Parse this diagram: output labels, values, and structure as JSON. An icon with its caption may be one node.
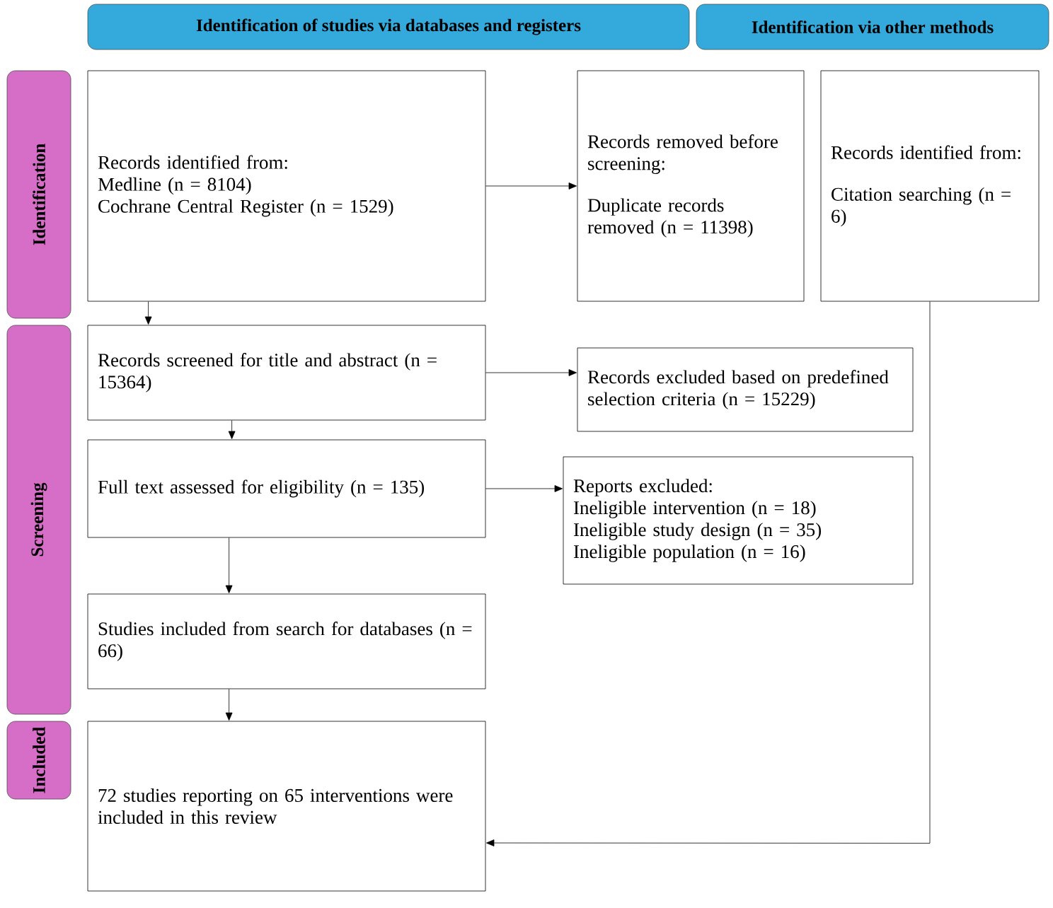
{
  "diagram": {
    "nodes": [
      {
        "text": [
          "Identification of studies via databases and registers"
        ]
      },
      {
        "text": [
          "Identification via other methods"
        ]
      },
      {
        "text": [
          "Identification"
        ]
      },
      {
        "text": [
          "Screening"
        ]
      },
      {
        "text": [
          "Included"
        ]
      },
      {
        "text": [
          "Records identified from:",
          "Medline (n = 8104)",
          "Cochrane Central Register (n = 1529)"
        ]
      },
      {
        "text": [
          "Records removed before screening:",
          "Duplicate records removed (n = 11398)"
        ]
      },
      {
        "text": [
          "Records identified from:",
          "Citation searching (n = 6)"
        ]
      },
      {
        "text": [
          "Records screened for title and abstract (n = 15364)"
        ]
      },
      {
        "text": [
          "Records excluded based on predefined selection criteria (n = 15229)"
        ]
      },
      {
        "text": [
          "Full text assessed for eligibility (n = 135)"
        ]
      },
      {
        "text": [
          "Reports excluded:",
          "Ineligible intervention (n = 18)",
          "Ineligible study design (n = 35)",
          "Ineligible population (n = 16)"
        ]
      },
      {
        "text": [
          "Studies included from search for databases (n = 66)"
        ]
      },
      {
        "text": [
          "72 studies reporting on 65 interventions were included in this review"
        ]
      }
    ],
    "edges": [
      {
        "from": 5,
        "to": 6,
        "arrow": "to"
      },
      {
        "from": 5,
        "to": 8,
        "arrow": "to"
      },
      {
        "from": 8,
        "to": 9,
        "arrow": "to"
      },
      {
        "from": 8,
        "to": 10,
        "arrow": "to"
      },
      {
        "from": 10,
        "to": 11,
        "arrow": "to"
      },
      {
        "from": 10,
        "to": 12,
        "arrow": "to"
      },
      {
        "from": 12,
        "to": 13,
        "arrow": "to"
      },
      {
        "from": 7,
        "to": 13,
        "arrow": "to"
      }
    ]
  }
}
